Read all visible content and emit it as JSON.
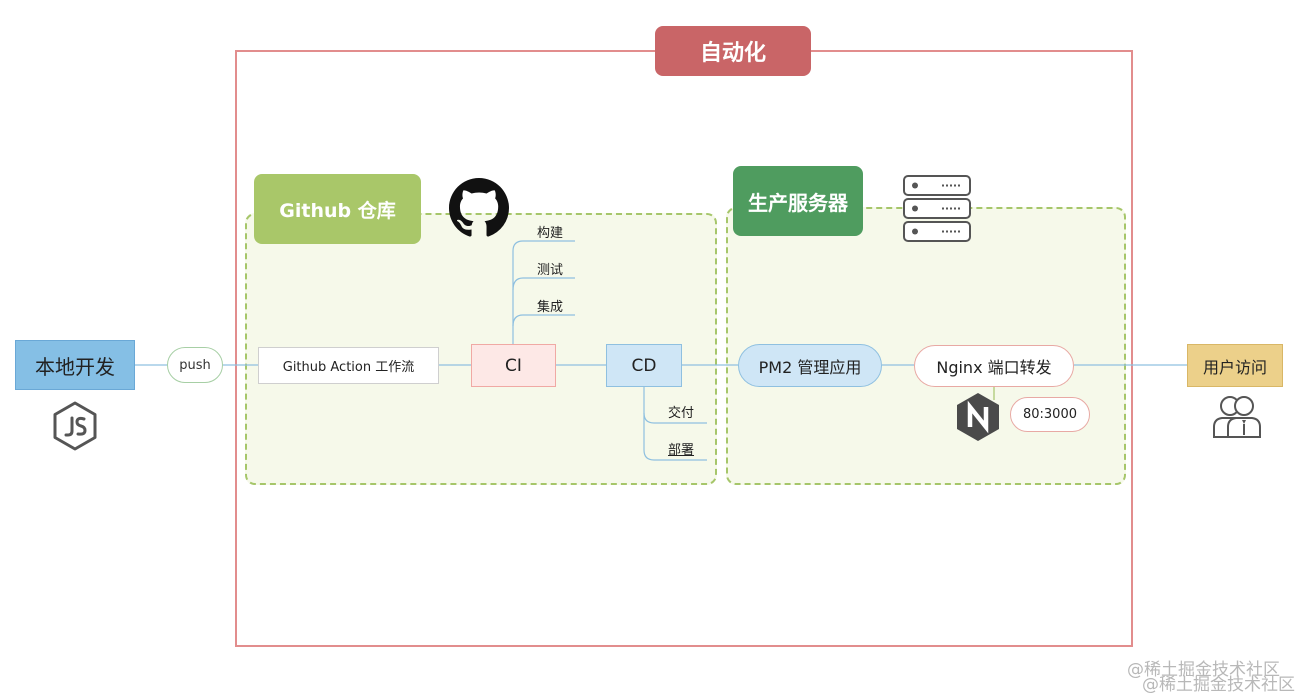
{
  "automation": {
    "title": "自动化"
  },
  "github_repo": {
    "title": "Github 仓库"
  },
  "server": {
    "title": "生产服务器"
  },
  "nodes": {
    "local_dev": "本地开发",
    "push": "push",
    "github_action": "Github Action 工作流",
    "ci": "CI",
    "cd": "CD",
    "pm2": "PM2 管理应用",
    "nginx": "Nginx 端口转发",
    "port": "80:3000",
    "user_access": "用户访问"
  },
  "ci_steps": [
    "构建",
    "测试",
    "集成"
  ],
  "cd_steps": [
    "交付",
    "部署"
  ],
  "icons": {
    "node": "nodejs-icon",
    "github": "github-octocat-icon",
    "server": "server-rack-icon",
    "nginx": "nginx-icon",
    "users": "users-icon"
  },
  "colors": {
    "automation_border": "#e28d8d",
    "automation_title": "#c96567",
    "github_title": "#a9c769",
    "server_title": "#4f9c5f",
    "connector": "#8fc0e0"
  },
  "watermark": [
    "@稀土掘金技术社区",
    "@稀土掘金技术社区"
  ]
}
